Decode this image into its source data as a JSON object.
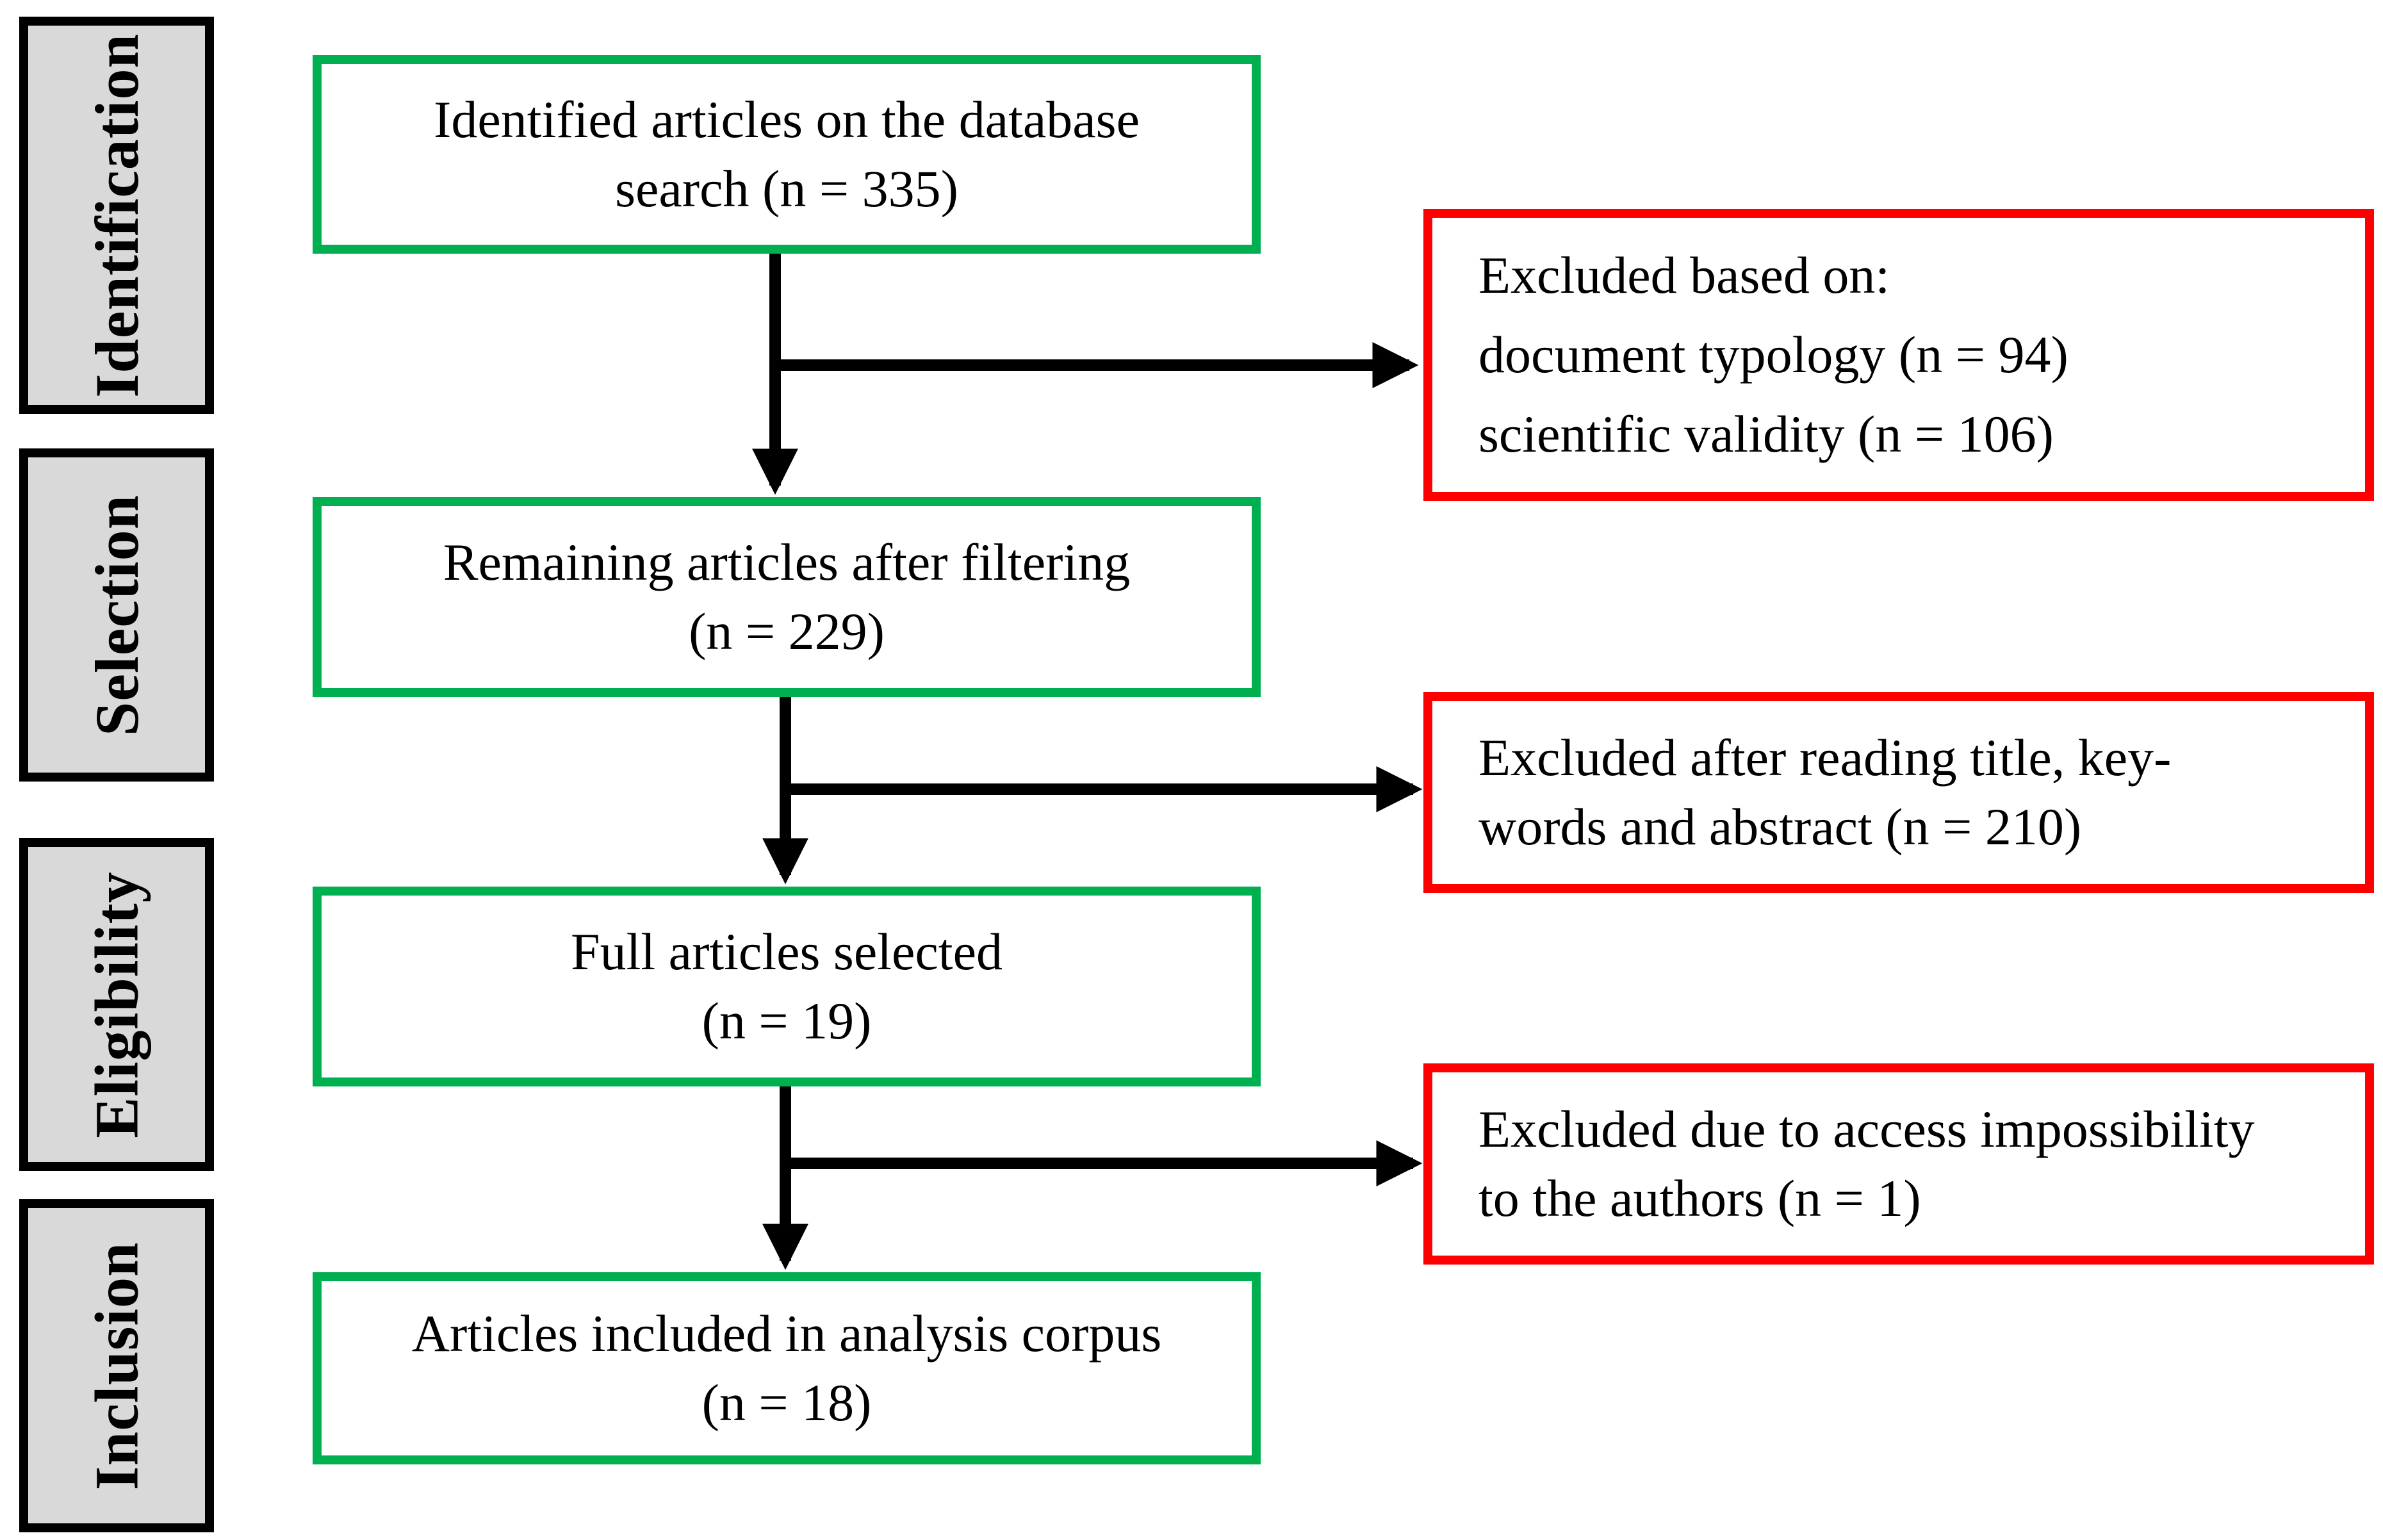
{
  "phases": [
    "Identification",
    "Selection",
    "Eligibility",
    "Inclusion"
  ],
  "flow_boxes": [
    {
      "line1": "Identified articles on the database",
      "line2": "search (n = 335)"
    },
    {
      "line1": "Remaining articles after filtering",
      "line2": "(n = 229)"
    },
    {
      "line1": "Full articles selected",
      "line2": "(n = 19)"
    },
    {
      "line1": "Articles included in analysis corpus",
      "line2": "(n = 18)"
    }
  ],
  "exclusion_boxes": [
    {
      "line1": "Excluded based on:",
      "line2": "document typology (n = 94)",
      "line3": "scientific validity (n = 106)"
    },
    {
      "line1": "Excluded after reading title, key-",
      "line2": "words and abstract (n = 210)"
    },
    {
      "line1": "Excluded due to access impossibility",
      "line2": "to the authors (n = 1)"
    }
  ],
  "colors": {
    "flow_border": "#00b050",
    "exclusion_border": "#ff0000",
    "phase_fill": "#d9d9d9",
    "arrow": "#000000"
  }
}
